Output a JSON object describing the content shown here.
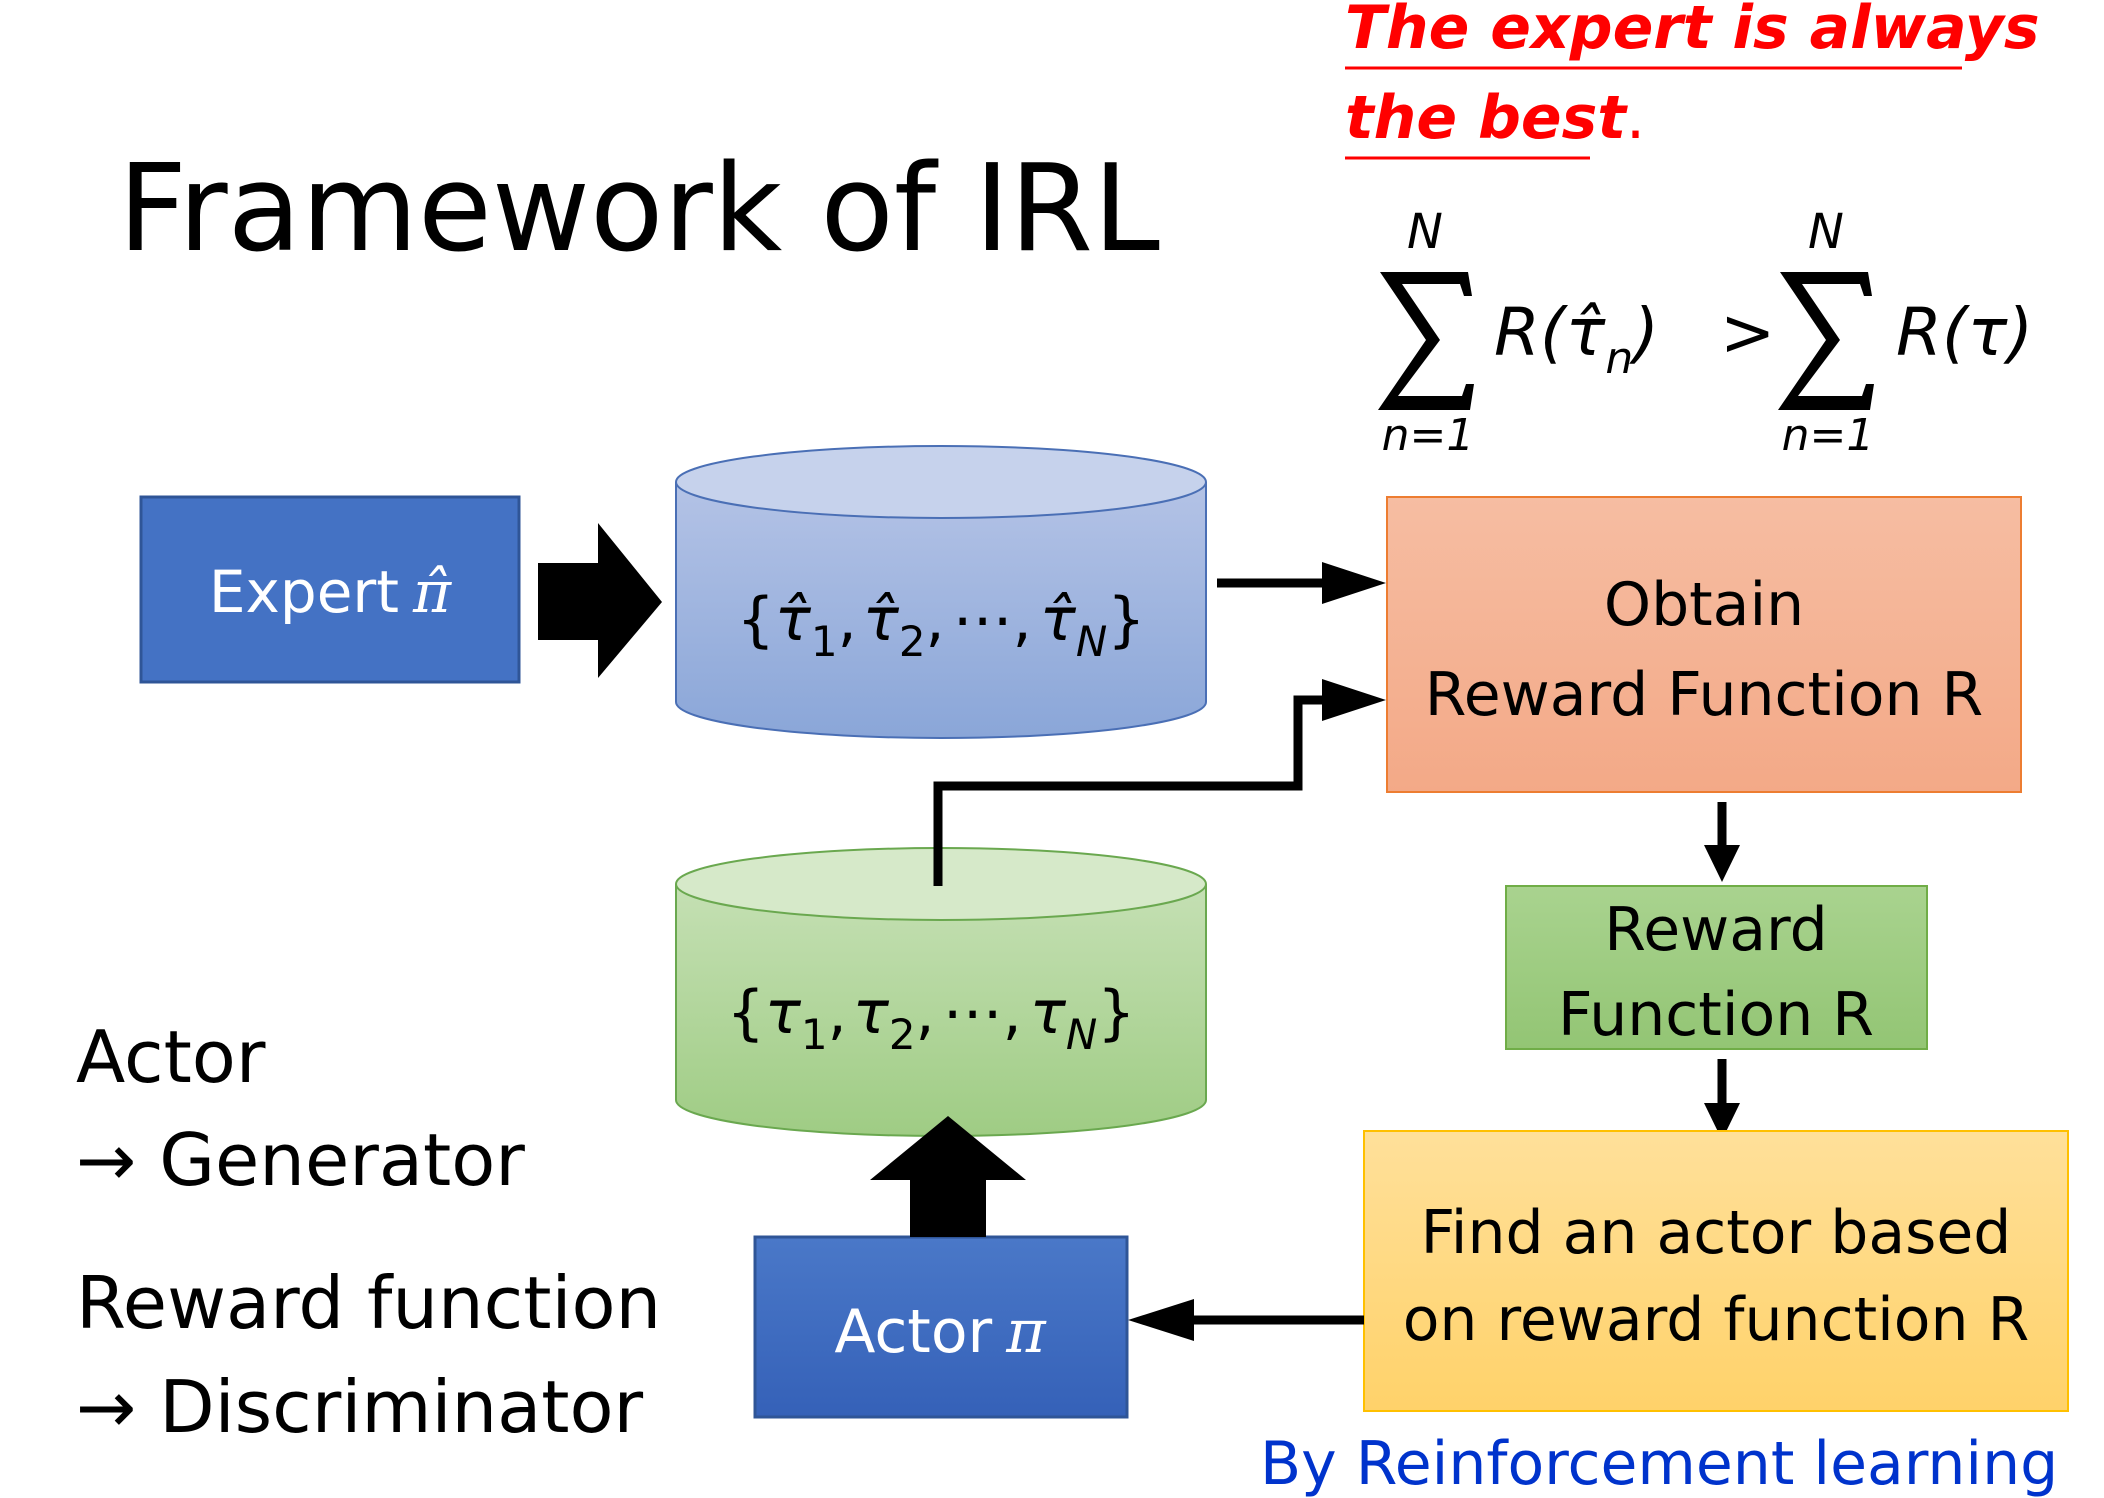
{
  "title": "Framework of IRL",
  "note": {
    "line1": "The expert is always",
    "line2": "the best",
    "period": "."
  },
  "inequality": {
    "sum_top": "N",
    "sum_bottom": "n=1",
    "lhs": "R(τ̂",
    "lhs_sub": "n",
    "lhs_close": ")",
    "op": ">",
    "rhs": "R(τ)"
  },
  "blocks": {
    "expert": {
      "label": "Expert",
      "symbol": "π̂"
    },
    "expert_set": {
      "open": "{",
      "items": [
        "τ̂",
        "τ̂",
        "τ̂"
      ],
      "subs": [
        "1",
        "2",
        "N"
      ],
      "sep": ",",
      "dots": "⋯",
      "close": "}"
    },
    "actor_set": {
      "open": "{",
      "items": [
        "τ",
        "τ",
        "τ"
      ],
      "subs": [
        "1",
        "2",
        "N"
      ],
      "sep": ",",
      "dots": "⋯",
      "close": "}"
    },
    "obtain": {
      "line1": "Obtain",
      "line2": "Reward Function R"
    },
    "reward": {
      "line1": "Reward",
      "line2": "Function R"
    },
    "find": {
      "line1": "Find an actor based",
      "line2": "on reward function R"
    },
    "actor": {
      "label": "Actor",
      "symbol": "π"
    }
  },
  "mapping": {
    "actor": "Actor",
    "generator": "→ Generator",
    "reward": "Reward function",
    "discriminator": "→ Discriminator"
  },
  "footer": "By Reinforcement learning",
  "colors": {
    "red": "#ff0000",
    "blue_text": "#0033cc",
    "expert_box": "#4472c4",
    "orange_box": "#f4b183",
    "green_box": "#a9d18e",
    "yellow_box": "#ffd966"
  }
}
